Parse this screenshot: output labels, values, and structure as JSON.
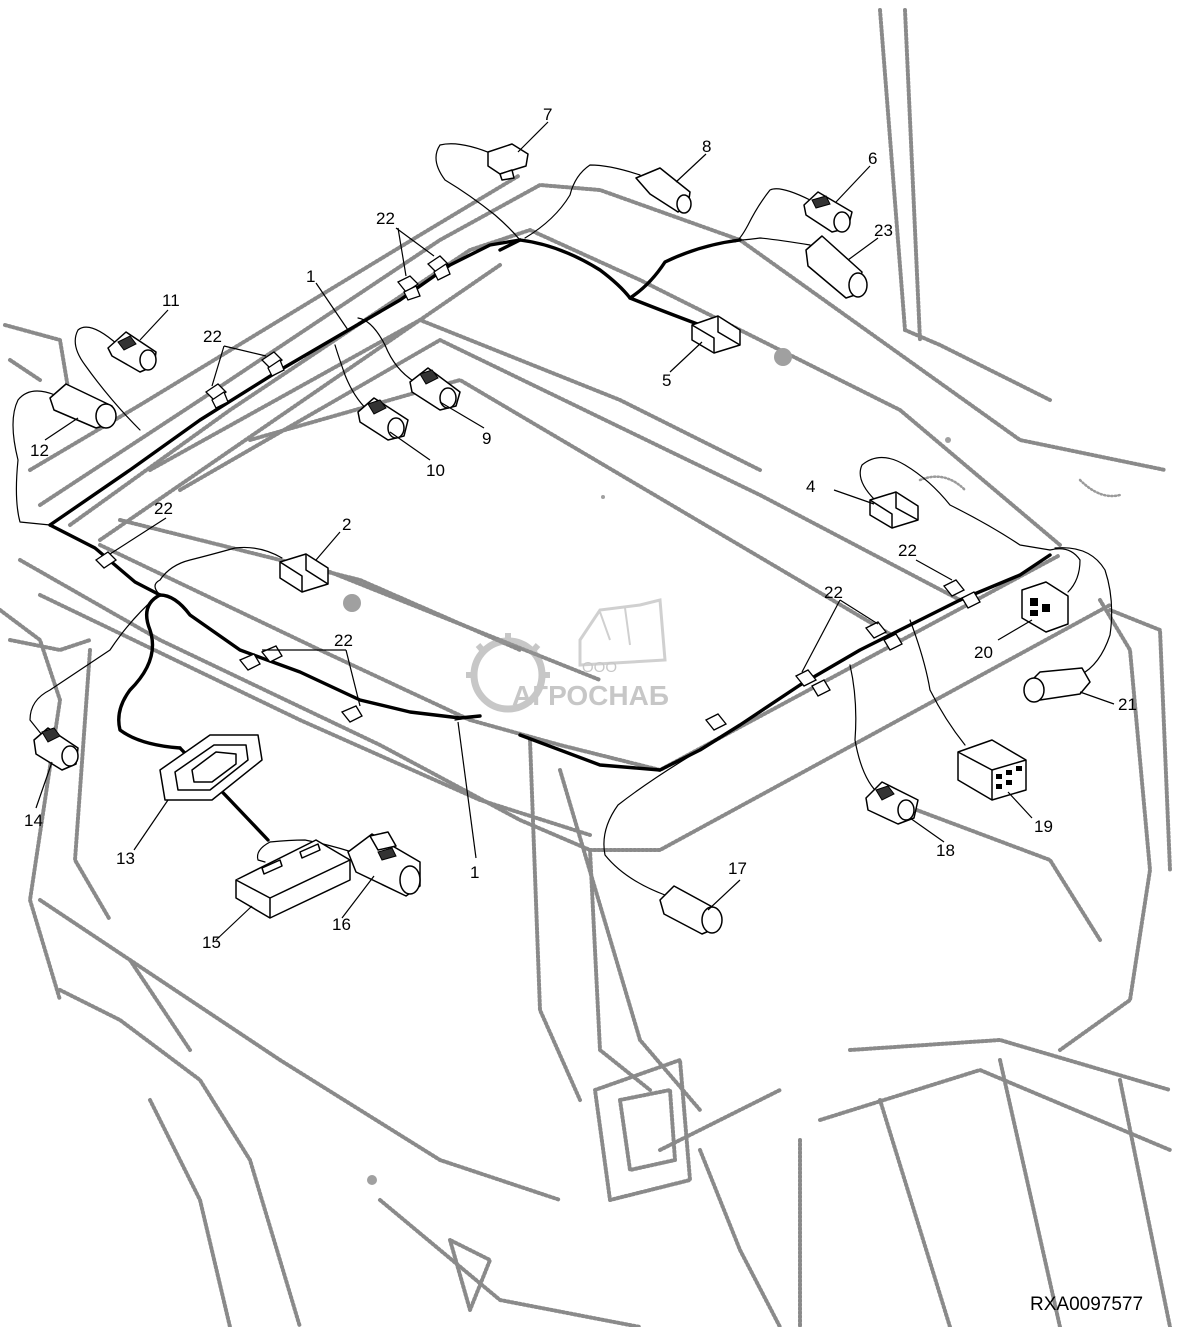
{
  "figure_id": "RXA0097577",
  "watermark": {
    "company_form": "ООО",
    "brand": "АГРОСНАБ"
  },
  "callouts": {
    "c1": "1",
    "c2": "2",
    "c4": "4",
    "c5": "5",
    "c6": "6",
    "c7": "7",
    "c8": "8",
    "c9": "9",
    "c10": "10",
    "c11": "11",
    "c12": "12",
    "c13": "13",
    "c14": "14",
    "c15": "15",
    "c16": "16",
    "c17": "17",
    "c18": "18",
    "c19": "19",
    "c20": "20",
    "c21": "21",
    "c22": "22",
    "c23": "23"
  }
}
